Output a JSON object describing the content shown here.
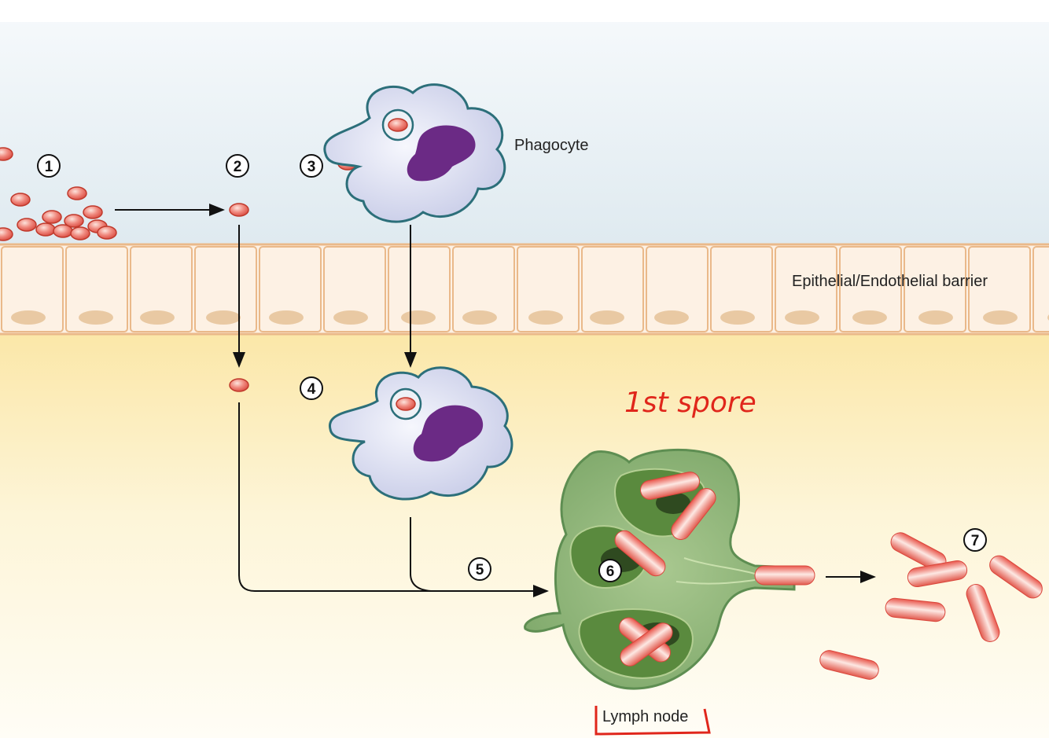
{
  "labels": {
    "phagocyte": "Phagocyte",
    "barrier": "Epithelial/Endothelial barrier",
    "lymph_node": "Lymph node",
    "annotation": "1st spore"
  },
  "steps": [
    "1",
    "2",
    "3",
    "4",
    "5",
    "6",
    "7"
  ],
  "colors": {
    "spore": "#e8695f",
    "phagocyte": "#d8dbf0",
    "nucleus": "#6b2a85",
    "lymph_node": "#86b07a",
    "annotation": "#e0261b"
  }
}
